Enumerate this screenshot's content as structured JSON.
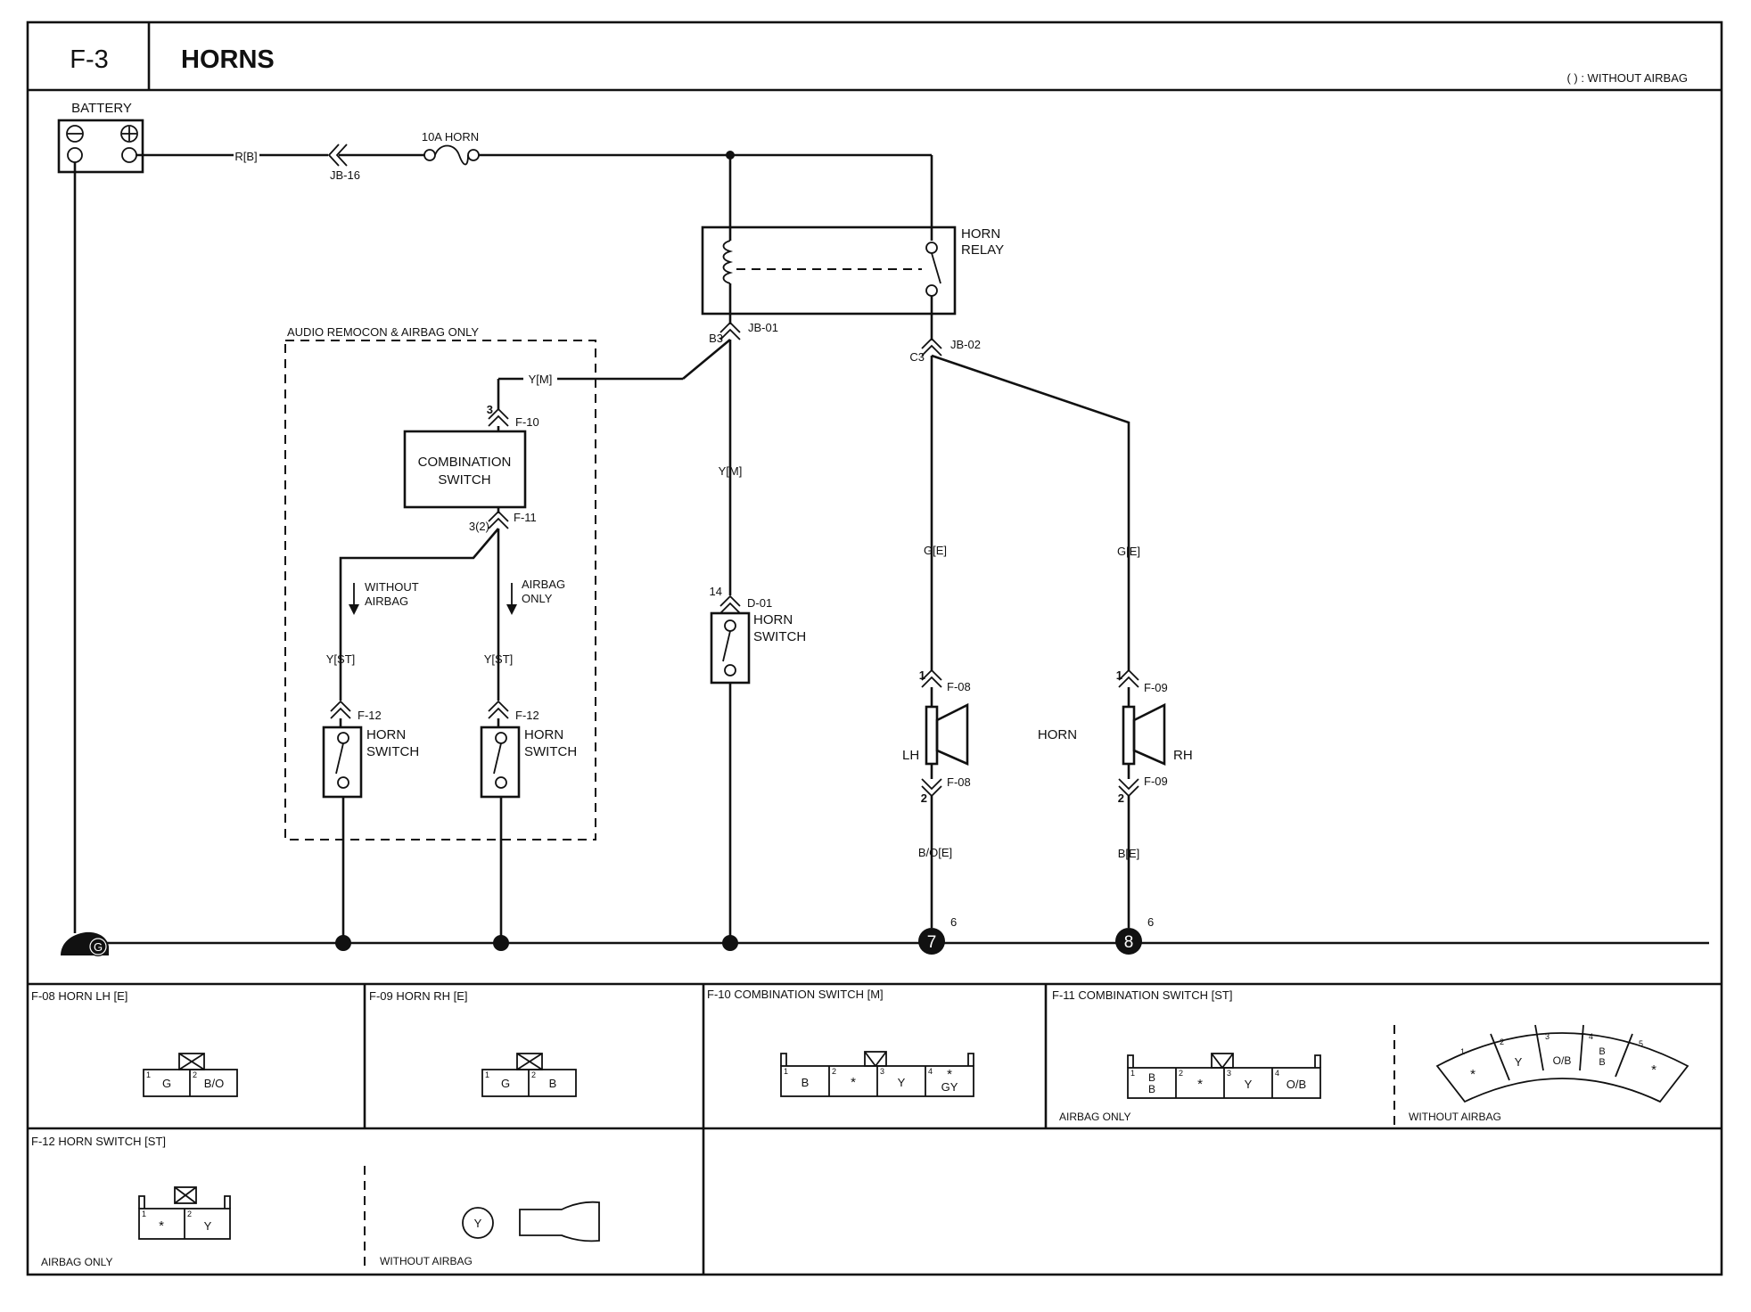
{
  "header": {
    "code": "F-3",
    "title": "HORNS",
    "legend_note": "(   ) : WITHOUT AIRBAG"
  },
  "battery": {
    "label": "BATTERY",
    "neg": "⊖",
    "pos": "⊕"
  },
  "main_wire": {
    "color_label": "R[B]",
    "connector": "JB-16",
    "fuse_label": "10A HORN"
  },
  "relay": {
    "label_line1": "HORN",
    "label_line2": "RELAY",
    "jb01": "JB-01",
    "jb01_pin": "B3",
    "jb02": "JB-02",
    "jb02_pin": "C3"
  },
  "audio_box": {
    "title": "AUDIO REMOCON & AIRBAG ONLY",
    "wire_in": "Y[M]",
    "f10_pin": "3",
    "f10": "F-10",
    "combo_line1": "COMBINATION",
    "combo_line2": "SWITCH",
    "f11_pin": "3(2)",
    "f11": "F-11",
    "without_airbag_1": "WITHOUT",
    "without_airbag_2": "AIRBAG",
    "airbag_only_1": "AIRBAG",
    "airbag_only_2": "ONLY",
    "wire_left": "Y[ST]",
    "wire_right": "Y[ST]",
    "f12_left": "F-12",
    "f12_right": "F-12",
    "switch_line1": "HORN",
    "switch_line2": "SWITCH"
  },
  "center": {
    "wire": "Y[M]",
    "d01_pin": "14",
    "d01": "D-01",
    "switch_line1": "HORN",
    "switch_line2": "SWITCH"
  },
  "horns": {
    "wire_lh": "G[E]",
    "wire_rh": "G[E]",
    "lh_pin1": "1",
    "lh_conn1": "F-08",
    "lh_pin2": "2",
    "lh_conn2": "F-08",
    "rh_pin1": "1",
    "rh_conn1": "F-09",
    "rh_pin2": "2",
    "rh_conn2": "F-09",
    "lh": "LH",
    "rh": "RH",
    "horn_label": "HORN",
    "ground_lh": "B/O[E]",
    "ground_rh": "B[E]",
    "gnd7": "7",
    "gnd8": "8",
    "gnd7_sup": "6",
    "gnd8_sup": "6",
    "ground_g": "G"
  },
  "connectors": {
    "f08": {
      "title": "F-08 HORN LH [E]",
      "pins": [
        {
          "n": "1",
          "c": "G"
        },
        {
          "n": "2",
          "c": "B/O"
        }
      ]
    },
    "f09": {
      "title": "F-09 HORN RH [E]",
      "pins": [
        {
          "n": "1",
          "c": "G"
        },
        {
          "n": "2",
          "c": "B"
        }
      ]
    },
    "f10": {
      "title": "F-10 COMBINATION SWITCH [M]",
      "pins": [
        {
          "n": "1",
          "c": "B"
        },
        {
          "n": "2",
          "c": "*"
        },
        {
          "n": "3",
          "c": "Y"
        },
        {
          "n": "4",
          "c": "*",
          "c2": "GY"
        }
      ]
    },
    "f11": {
      "title": "F-11 COMBINATION SWITCH [ST]",
      "pins": [
        {
          "n": "1",
          "c": "B",
          "c2": "B"
        },
        {
          "n": "2",
          "c": "*"
        },
        {
          "n": "3",
          "c": "Y"
        },
        {
          "n": "4",
          "c": "O/B"
        }
      ],
      "airbag_only": "AIRBAG ONLY",
      "without_airbag": "WITHOUT AIRBAG",
      "arc_pins": [
        {
          "n": "1",
          "c": "*"
        },
        {
          "n": "2",
          "c": "Y"
        },
        {
          "n": "3",
          "c": "O/B"
        },
        {
          "n": "4",
          "c": "B",
          "c2": "B"
        },
        {
          "n": "5",
          "c": "*"
        }
      ]
    },
    "f12": {
      "title": "F-12 HORN SWITCH [ST]",
      "pins": [
        {
          "n": "1",
          "c": "*"
        },
        {
          "n": "2",
          "c": "Y"
        }
      ],
      "airbag_only": "AIRBAG ONLY",
      "without_airbag": "WITHOUT AIRBAG",
      "round_pin": "Y"
    }
  }
}
